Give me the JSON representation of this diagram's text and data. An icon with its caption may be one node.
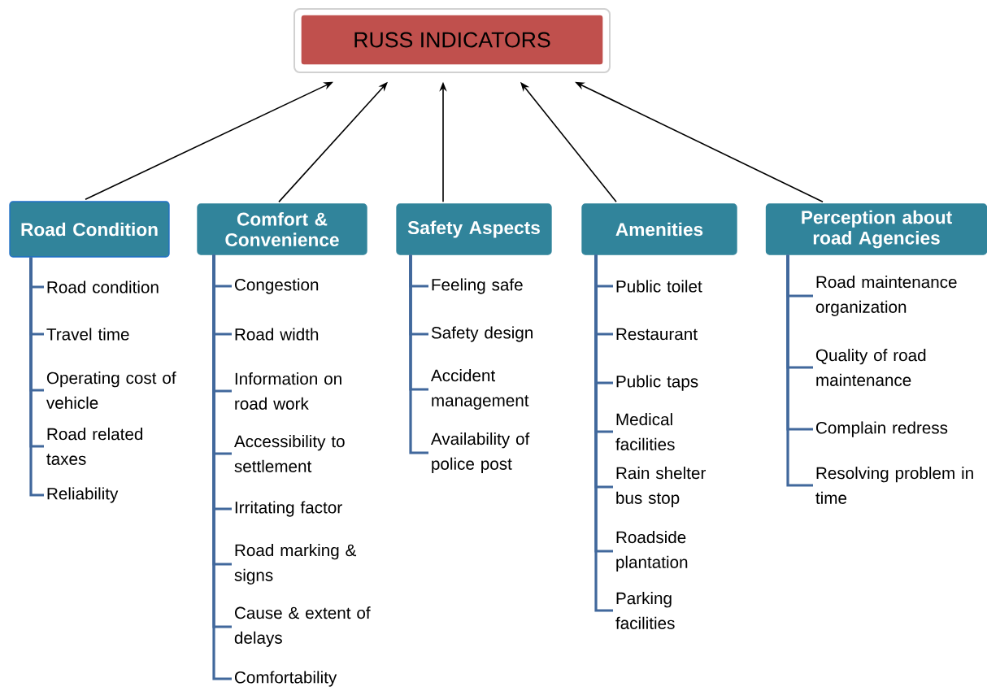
{
  "diagram": {
    "nodes": [
      {
        "text": [
          "RUSS INDICATORS"
        ]
      },
      {
        "text": [
          "Road Condition"
        ]
      },
      {
        "text": [
          "Comfort & Convenience"
        ]
      },
      {
        "text": [
          "Safety Aspects"
        ]
      },
      {
        "text": [
          "Amenities"
        ]
      },
      {
        "text": [
          "Perception about road Agencies"
        ]
      },
      {
        "text": [
          "Road condition"
        ]
      },
      {
        "text": [
          "Travel time"
        ]
      },
      {
        "text": [
          "Operating cost of vehicle"
        ]
      },
      {
        "text": [
          "Road related taxes"
        ]
      },
      {
        "text": [
          "Reliability"
        ]
      },
      {
        "text": [
          "Congestion"
        ]
      },
      {
        "text": [
          "Road width"
        ]
      },
      {
        "text": [
          "Information on road work"
        ]
      },
      {
        "text": [
          "Accessibility to settlement"
        ]
      },
      {
        "text": [
          "Irritating factor"
        ]
      },
      {
        "text": [
          "Road marking & signs"
        ]
      },
      {
        "text": [
          "Cause & extent of delays"
        ]
      },
      {
        "text": [
          "Comfortability"
        ]
      },
      {
        "text": [
          "Feeling safe"
        ]
      },
      {
        "text": [
          "Safety design"
        ]
      },
      {
        "text": [
          "Accident management"
        ]
      },
      {
        "text": [
          "Availability of police post"
        ]
      },
      {
        "text": [
          "Public toilet"
        ]
      },
      {
        "text": [
          "Restaurant"
        ]
      },
      {
        "text": [
          "Public taps"
        ]
      },
      {
        "text": [
          "Medical facilities"
        ]
      },
      {
        "text": [
          "Rain shelter bus stop"
        ]
      },
      {
        "text": [
          "Roadside plantation"
        ]
      },
      {
        "text": [
          "Parking facilities"
        ]
      },
      {
        "text": [
          "Road maintenance organization"
        ]
      },
      {
        "text": [
          "Quality of road maintenance"
        ]
      },
      {
        "text": [
          "Complain redress"
        ]
      },
      {
        "text": [
          "Resolving problem in time"
        ]
      }
    ],
    "edges": [
      {
        "from": 1,
        "to": 0,
        "arrow": "to",
        "color": "#000000"
      },
      {
        "from": 2,
        "to": 0,
        "arrow": "to",
        "color": "#000000"
      },
      {
        "from": 3,
        "to": 0,
        "arrow": "to",
        "color": "#000000"
      },
      {
        "from": 4,
        "to": 0,
        "arrow": "to",
        "color": "#000000"
      },
      {
        "from": 5,
        "to": 0,
        "arrow": "to",
        "color": "#000000"
      },
      {
        "from": 1,
        "to": 6,
        "arrow": "none"
      },
      {
        "from": 1,
        "to": 7,
        "arrow": "none"
      },
      {
        "from": 1,
        "to": 8,
        "arrow": "none"
      },
      {
        "from": 1,
        "to": 9,
        "arrow": "none"
      },
      {
        "from": 1,
        "to": 10,
        "arrow": "none"
      },
      {
        "from": 2,
        "to": 11,
        "arrow": "none"
      },
      {
        "from": 2,
        "to": 12,
        "arrow": "none"
      },
      {
        "from": 2,
        "to": 13,
        "arrow": "none"
      },
      {
        "from": 2,
        "to": 14,
        "arrow": "none"
      },
      {
        "from": 2,
        "to": 15,
        "arrow": "none"
      },
      {
        "from": 2,
        "to": 16,
        "arrow": "none"
      },
      {
        "from": 2,
        "to": 17,
        "arrow": "none"
      },
      {
        "from": 2,
        "to": 18,
        "arrow": "none"
      },
      {
        "from": 3,
        "to": 19,
        "arrow": "none"
      },
      {
        "from": 3,
        "to": 20,
        "arrow": "none"
      },
      {
        "from": 3,
        "to": 21,
        "arrow": "none"
      },
      {
        "from": 3,
        "to": 22,
        "arrow": "none"
      },
      {
        "from": 4,
        "to": 23,
        "arrow": "none"
      },
      {
        "from": 4,
        "to": 24,
        "arrow": "none"
      },
      {
        "from": 4,
        "to": 25,
        "arrow": "none"
      },
      {
        "from": 4,
        "to": 26,
        "arrow": "none"
      },
      {
        "from": 4,
        "to": 27,
        "arrow": "none"
      },
      {
        "from": 4,
        "to": 28,
        "arrow": "none"
      },
      {
        "from": 4,
        "to": 29,
        "arrow": "none"
      },
      {
        "from": 5,
        "to": 30,
        "arrow": "none"
      },
      {
        "from": 5,
        "to": 31,
        "arrow": "none"
      },
      {
        "from": 5,
        "to": 32,
        "arrow": "none"
      },
      {
        "from": 5,
        "to": 33,
        "arrow": "none"
      }
    ]
  }
}
